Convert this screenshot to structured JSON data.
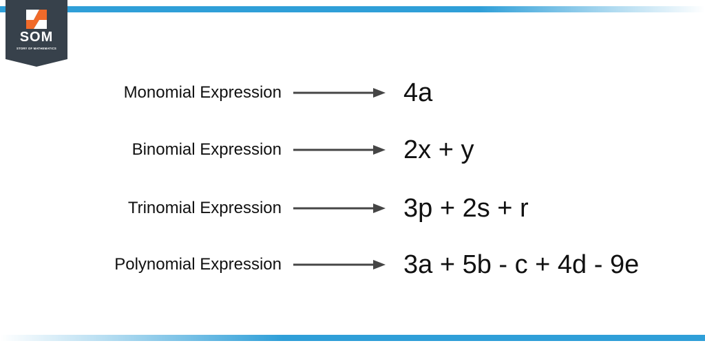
{
  "brand": {
    "title": "SOM",
    "subtitle": "STORY OF MATHEMATICS",
    "badge_color": "#37414b",
    "accent_color": "#f06a2a",
    "bar_color": "#2f9fd8"
  },
  "rows": [
    {
      "label": "Monomial Expression",
      "expression": "4a"
    },
    {
      "label": "Binomial Expression",
      "expression": "2x + y"
    },
    {
      "label": "Trinomial Expression",
      "expression": "3p + 2s + r"
    },
    {
      "label": "Polynomial Expression",
      "expression": "3a + 5b - c + 4d - 9e"
    }
  ]
}
